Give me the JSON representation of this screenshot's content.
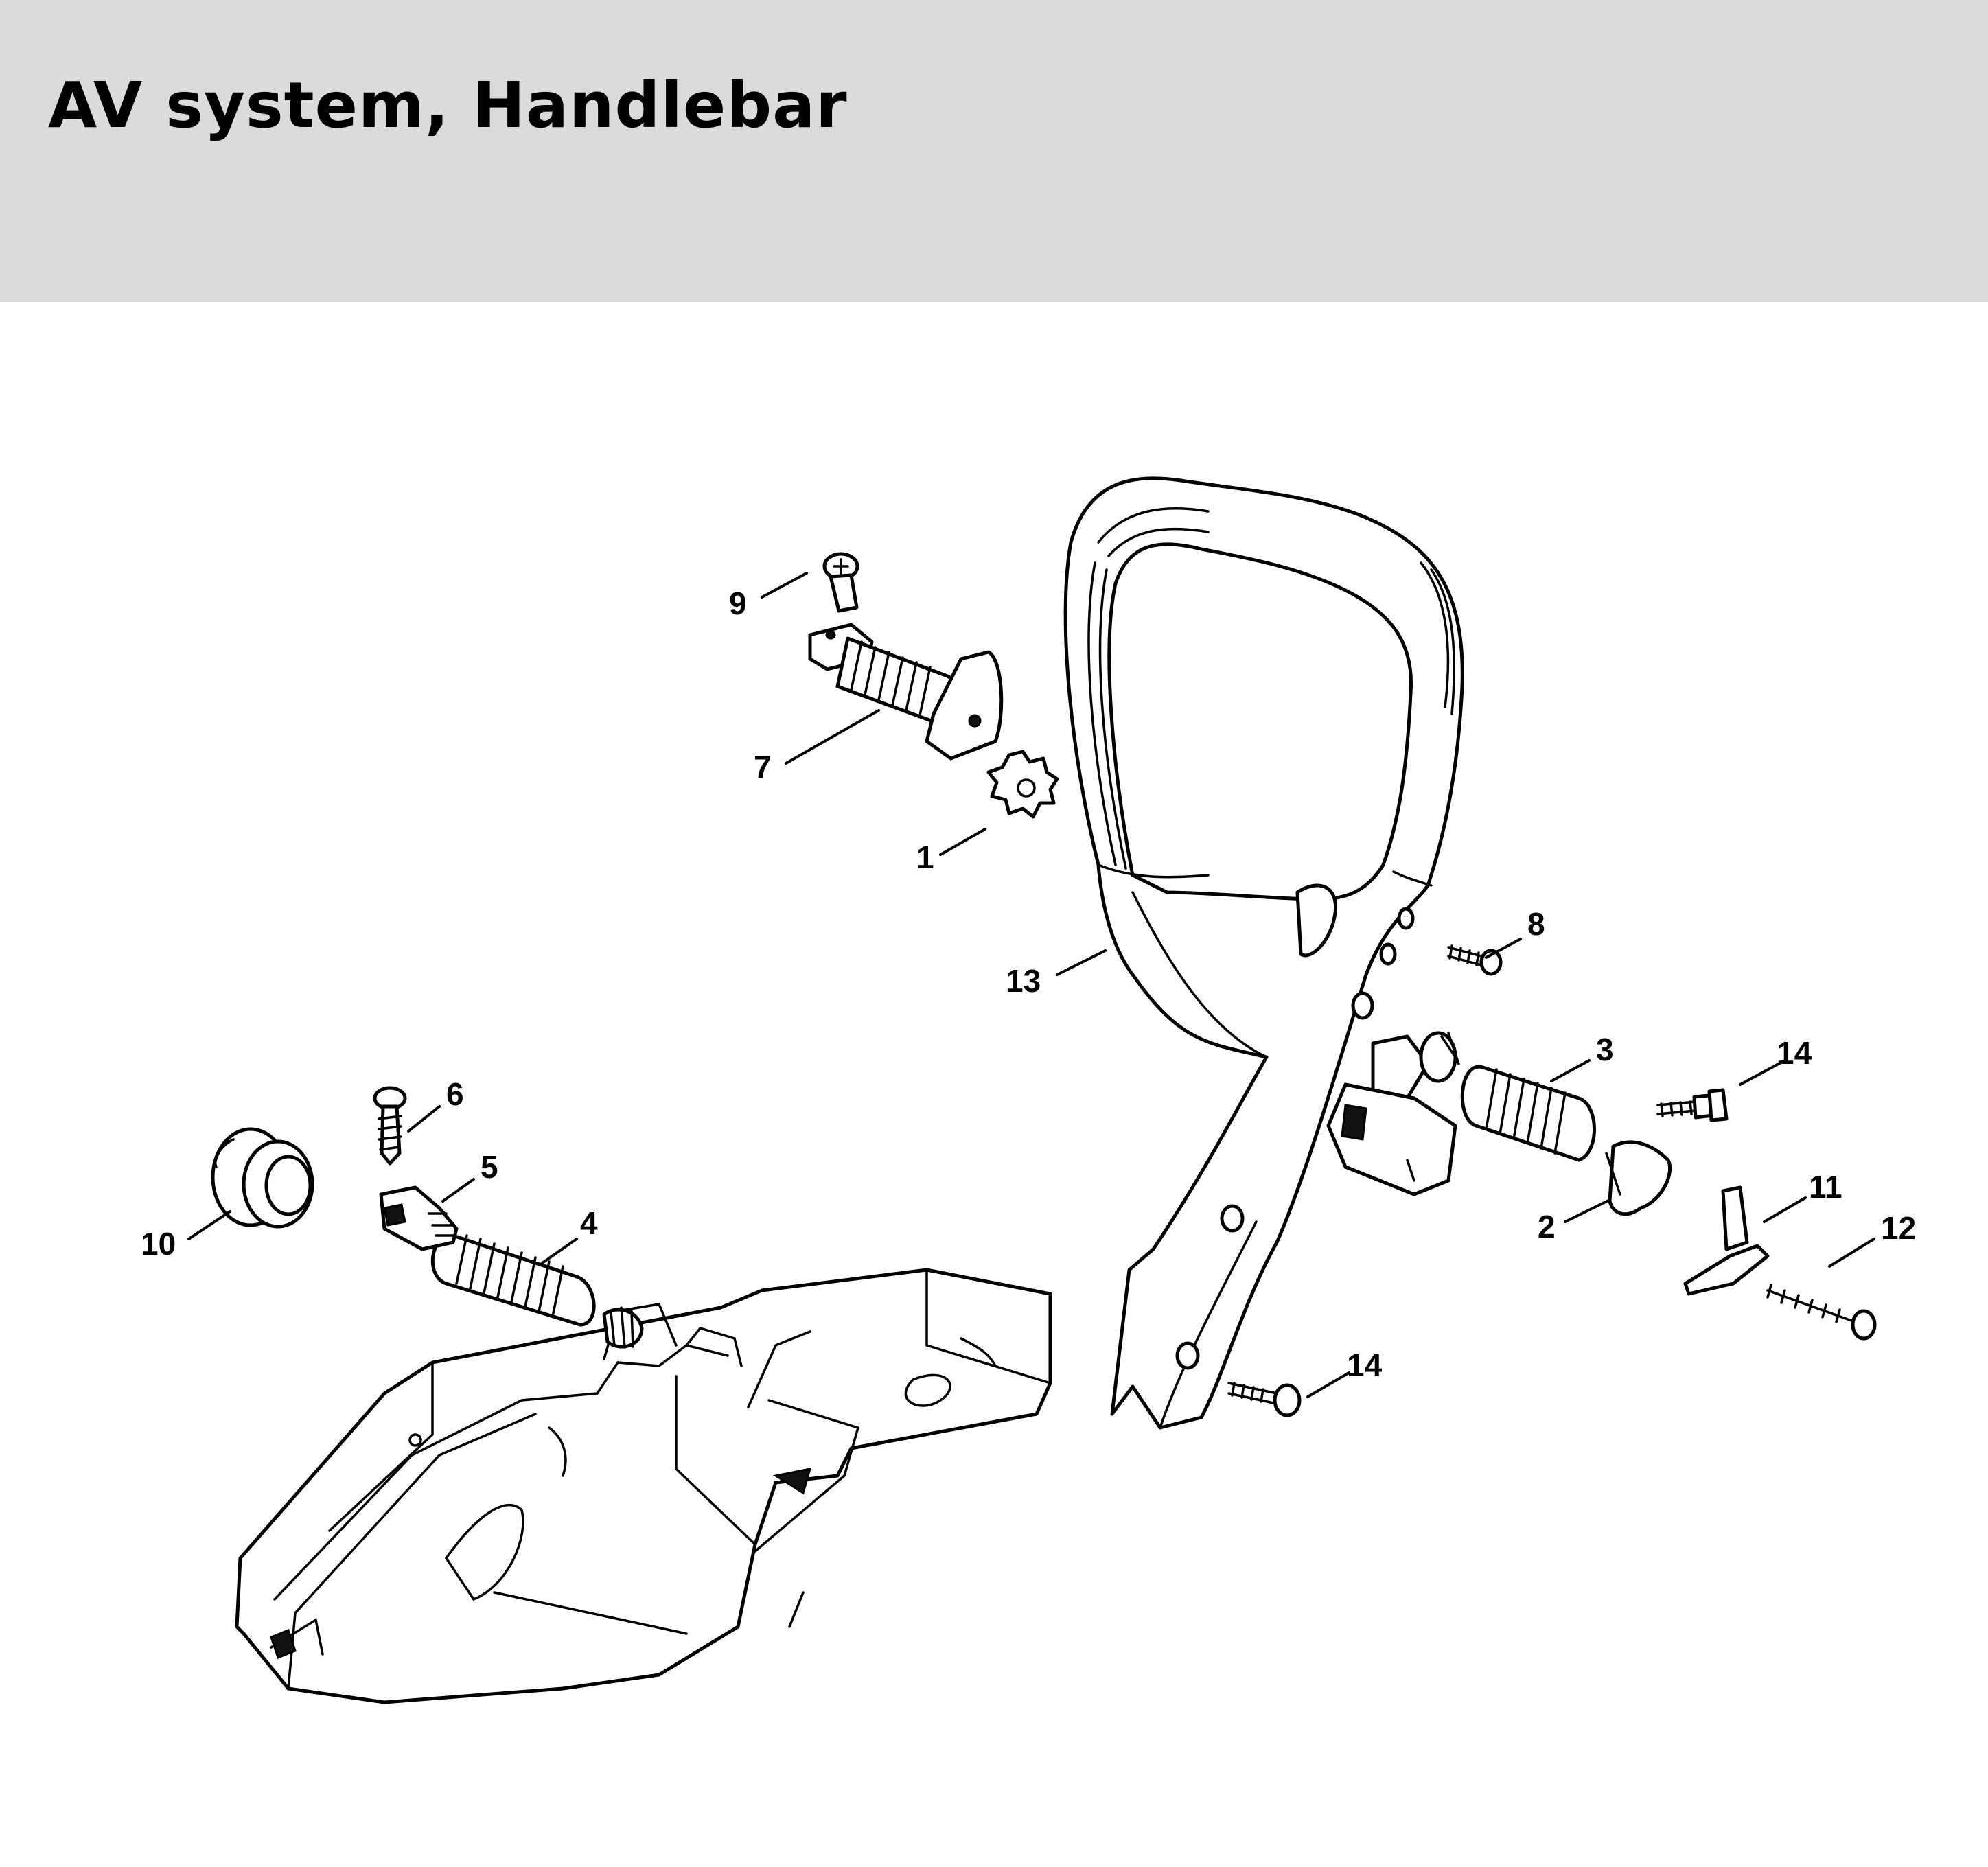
{
  "header": {
    "title": "AV system, Handlebar"
  },
  "callouts": [
    {
      "id": "c1",
      "label": "1"
    },
    {
      "id": "c2",
      "label": "2"
    },
    {
      "id": "c3",
      "label": "3"
    },
    {
      "id": "c4",
      "label": "4"
    },
    {
      "id": "c5",
      "label": "5"
    },
    {
      "id": "c6",
      "label": "6"
    },
    {
      "id": "c7",
      "label": "7"
    },
    {
      "id": "c8",
      "label": "8"
    },
    {
      "id": "c9",
      "label": "9"
    },
    {
      "id": "c10",
      "label": "10"
    },
    {
      "id": "c11",
      "label": "11"
    },
    {
      "id": "c12",
      "label": "12"
    },
    {
      "id": "c13",
      "label": "13"
    },
    {
      "id": "c14a",
      "label": "14"
    },
    {
      "id": "c14b",
      "label": "14"
    }
  ]
}
